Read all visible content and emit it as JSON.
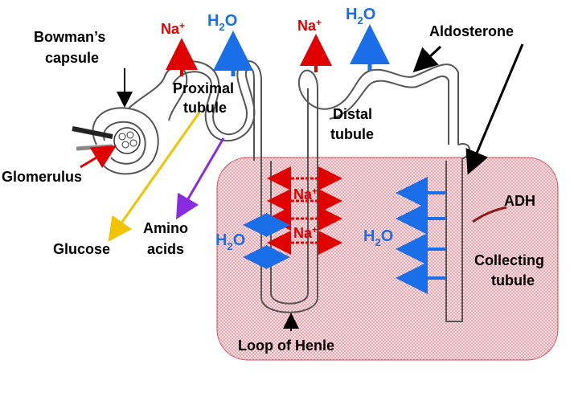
{
  "labels": {
    "bowmans_line1": "Bowman’s",
    "bowmans_line2": "capsule",
    "glomerulus": "Glomerulus",
    "proximal_line1": "Proximal",
    "proximal_line2": "tubule",
    "distal_line1": "Distal",
    "distal_line2": "tubule",
    "aldosterone": "Aldosterone",
    "adh": "ADH",
    "collecting_line1": "Collecting",
    "collecting_line2": "tubule",
    "glucose": "Glucose",
    "amino_line1": "Amino",
    "amino_line2": "acids",
    "loop_of_henle": "Loop of Henle",
    "na_top_left": "Na",
    "na_top_right": "Na",
    "na_plus": "+",
    "h2o_top_left_h": "H",
    "h2o_top_left_2": "2",
    "h2o_top_left_o": "O",
    "h2o_top_right_h": "H",
    "h2o_top_right_2": "2",
    "h2o_top_right_o": "O",
    "na_loop_1": "Na",
    "na_loop_2": "Na",
    "h2o_loop_h": "H",
    "h2o_loop_2": "2",
    "h2o_loop_o": "O",
    "h2o_collect_h": "H",
    "h2o_collect_2": "2",
    "h2o_collect_o": "O"
  },
  "colors": {
    "sodium": "#e00000",
    "water": "#1a6ee8",
    "glucose": "#f2c400",
    "amino_acids": "#8a2be2",
    "medulla": "#ee6677"
  }
}
